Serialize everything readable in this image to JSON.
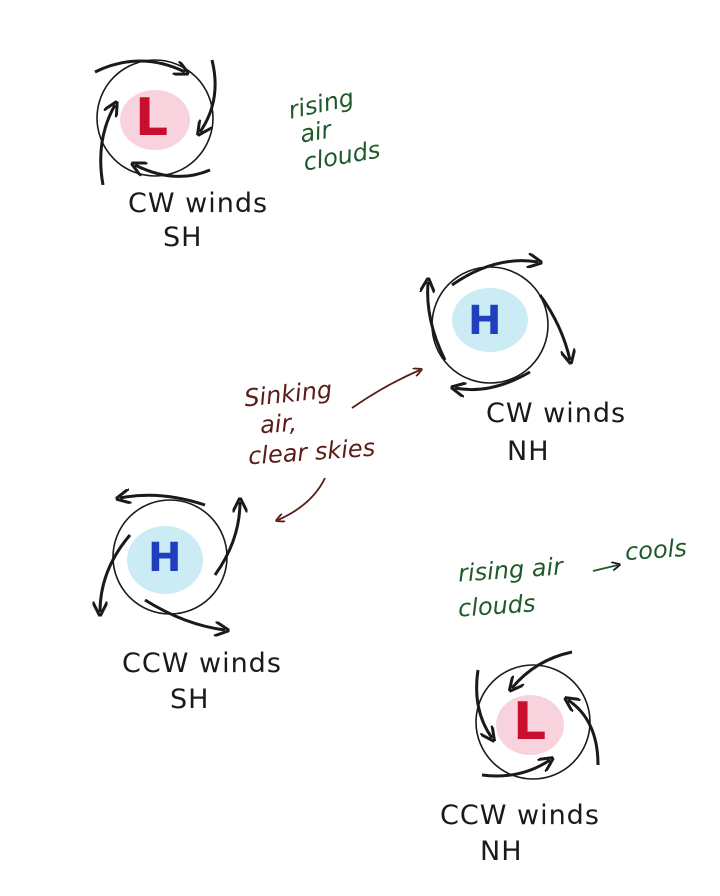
{
  "colors": {
    "ink": "#1a1a1a",
    "low_letter": "#c8102e",
    "high_letter": "#1f3fbf",
    "low_shade": "#f4b6c8",
    "high_shade": "#a9e0ee",
    "green_note": "#1f5a2a",
    "brown_note": "#5a1d16"
  },
  "systems": [
    {
      "id": "low-sh",
      "symbol": "L",
      "label_line1": "CW winds",
      "label_line2": "SH",
      "rotation": "cw"
    },
    {
      "id": "high-nh",
      "symbol": "H",
      "label_line1": "CW winds",
      "label_line2": "NH",
      "rotation": "cw"
    },
    {
      "id": "high-sh",
      "symbol": "H",
      "label_line1": "CCW winds",
      "label_line2": "SH",
      "rotation": "ccw"
    },
    {
      "id": "low-nh",
      "symbol": "L",
      "label_line1": "CCW winds",
      "label_line2": "NH",
      "rotation": "ccw"
    }
  ],
  "notes": {
    "top_rising": {
      "line1": "rising",
      "line2": "air",
      "line3": "clouds"
    },
    "sinking": {
      "line1": "Sinking",
      "line2": "air,",
      "line3": "clear skies"
    },
    "bottom_rising": {
      "line1": "rising air",
      "line1b": "cools",
      "line2": "clouds"
    }
  }
}
